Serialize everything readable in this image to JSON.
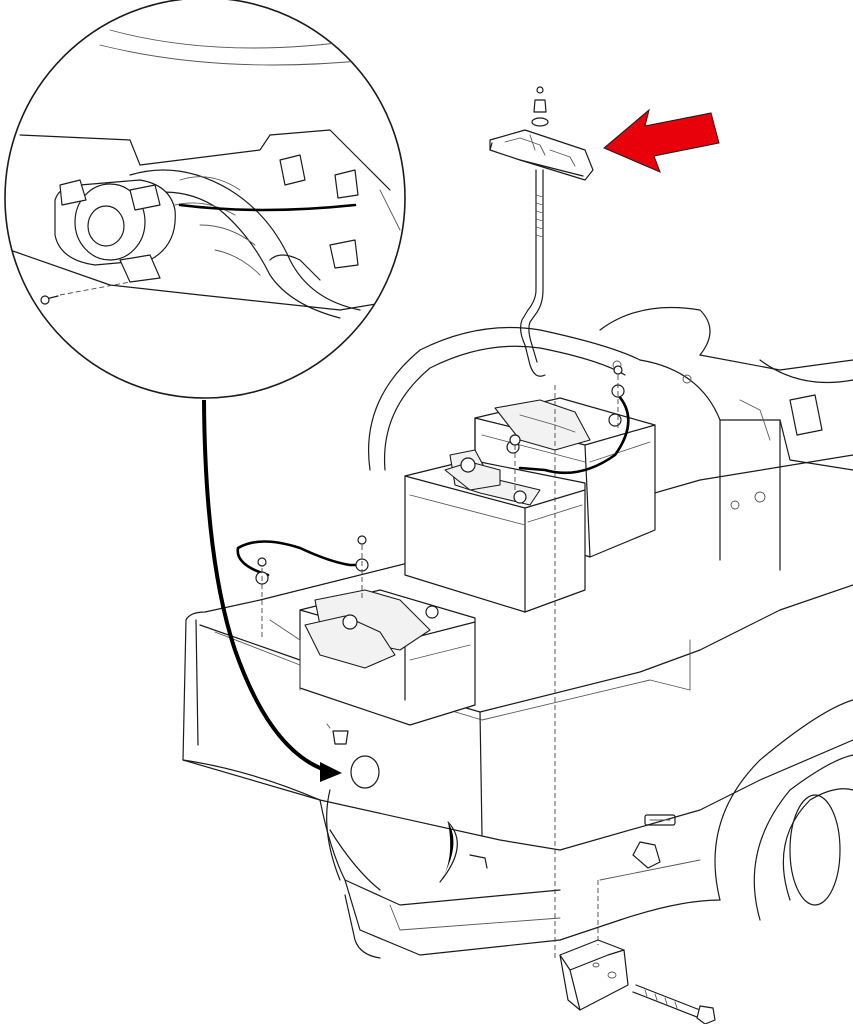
{
  "diagram": {
    "kind": "exploded assembly illustration",
    "callout_arrow_color": "#e8000b",
    "line_color": "#1a1a1a",
    "background": "#ffffff",
    "badge_text": "",
    "icons": [
      "detail-magnifier-circle",
      "red-callout-arrow",
      "curved-leader-arrow",
      "battery-hold-down-clamp",
      "j-bolt",
      "battery",
      "mounting-bracket",
      "hex-bolt"
    ]
  }
}
